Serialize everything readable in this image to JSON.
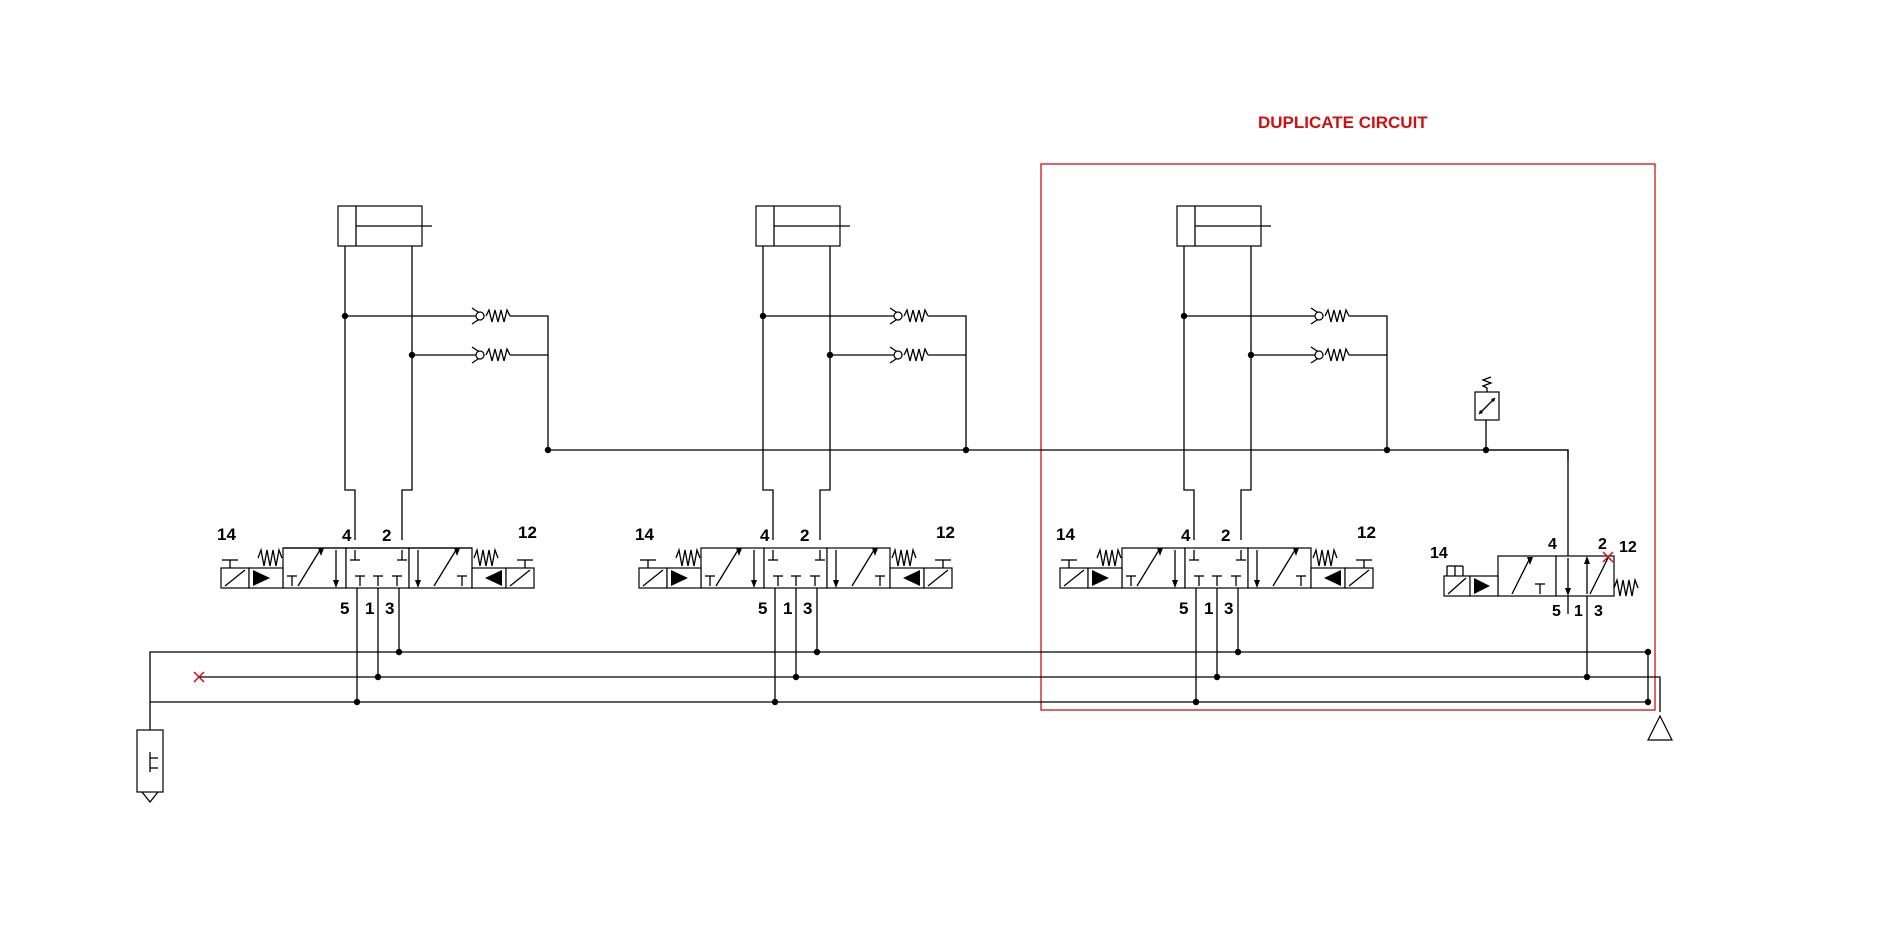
{
  "annotation": {
    "label": "DUPLICATE CIRCUIT",
    "color": "#d01010"
  },
  "circuits": [
    {
      "id": "circuit-1",
      "ports": {
        "p14": "14",
        "p12": "12",
        "p4": "4",
        "p2": "2",
        "p5": "5",
        "p1": "1",
        "p3": "3"
      }
    },
    {
      "id": "circuit-2",
      "ports": {
        "p14": "14",
        "p12": "12",
        "p4": "4",
        "p2": "2",
        "p5": "5",
        "p1": "1",
        "p3": "3"
      }
    },
    {
      "id": "circuit-3",
      "ports": {
        "p14": "14",
        "p12": "12",
        "p4": "4",
        "p2": "2",
        "p5": "5",
        "p1": "1",
        "p3": "3"
      }
    }
  ],
  "pilot_valve": {
    "ports": {
      "p14": "14",
      "p4": "4",
      "p2": "2",
      "p12": "12",
      "p5": "5",
      "p1": "1",
      "p3": "3"
    }
  },
  "icons": [
    "double-acting-cylinder-icon",
    "check-valve-icon",
    "spring-icon",
    "pressure-switch-icon",
    "filter-icon",
    "exhaust-icon",
    "solenoid-icon",
    "close-mark-icon"
  ]
}
